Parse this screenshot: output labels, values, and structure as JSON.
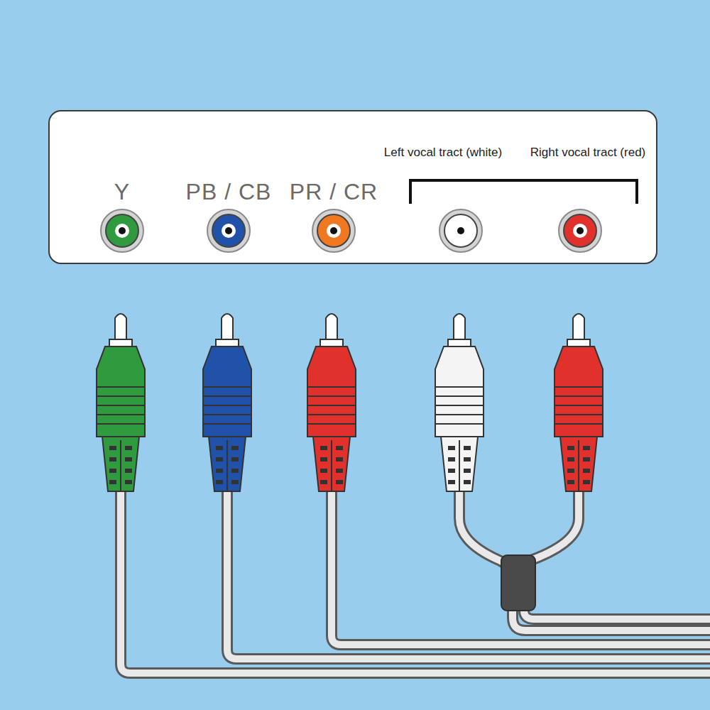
{
  "diagram": {
    "nodes": [
      {
        "text": [
          "Y",
          "PB / CB",
          "PR / CR",
          "Left vocal tract (white)",
          "Right vocal tract (red)"
        ]
      }
    ]
  }
}
